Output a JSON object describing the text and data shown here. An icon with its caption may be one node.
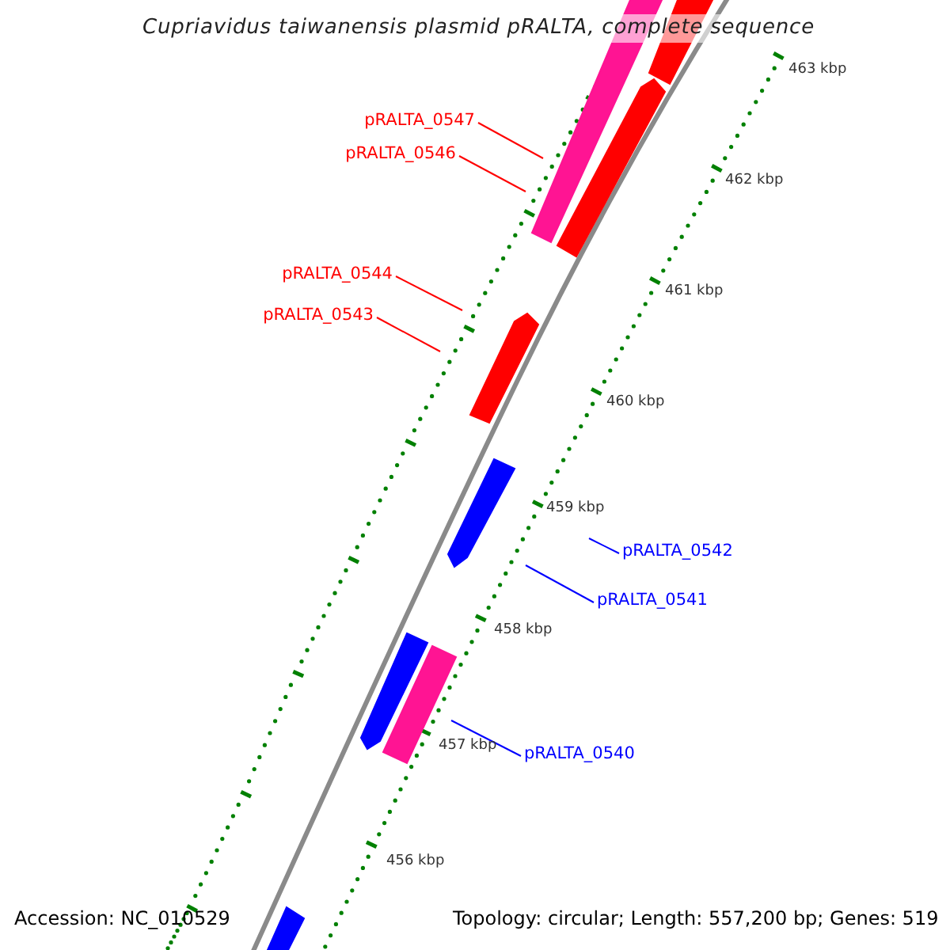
{
  "diagram": {
    "title": "Cupriavidus taiwanensis plasmid pRALTA, complete sequence",
    "nodes": [
      {
        "text": [
          "pRALTA_0547"
        ]
      },
      {
        "text": [
          "pRALTA_0546"
        ]
      },
      {
        "text": [
          "pRALTA_0544"
        ]
      },
      {
        "text": [
          "pRALTA_0543"
        ]
      },
      {
        "text": [
          "pRALTA_0542"
        ]
      },
      {
        "text": [
          "pRALTA_0541"
        ]
      },
      {
        "text": [
          "pRALTA_0540"
        ]
      }
    ],
    "edges": [
      {
        "from": 0,
        "to": null,
        "arrow": "none"
      },
      {
        "from": 1,
        "to": null,
        "arrow": "none"
      },
      {
        "from": 2,
        "to": null,
        "arrow": "none"
      },
      {
        "from": 3,
        "to": null,
        "arrow": "none"
      },
      {
        "from": 4,
        "to": null,
        "arrow": "none",
        "color": "#0000ff"
      },
      {
        "from": 5,
        "to": null,
        "arrow": "none",
        "color": "#0000ff"
      },
      {
        "from": 6,
        "to": null,
        "arrow": "none",
        "color": "#0000ff"
      }
    ],
    "labels": [
      "463 kbp",
      "462 kbp",
      "461 kbp",
      "460 kbp",
      "459 kbp",
      "458 kbp",
      "457 kbp",
      "456 kbp",
      "Accession: NC_010529",
      "Topology: circular; Length: 557,200 bp; Genes: 519"
    ]
  }
}
